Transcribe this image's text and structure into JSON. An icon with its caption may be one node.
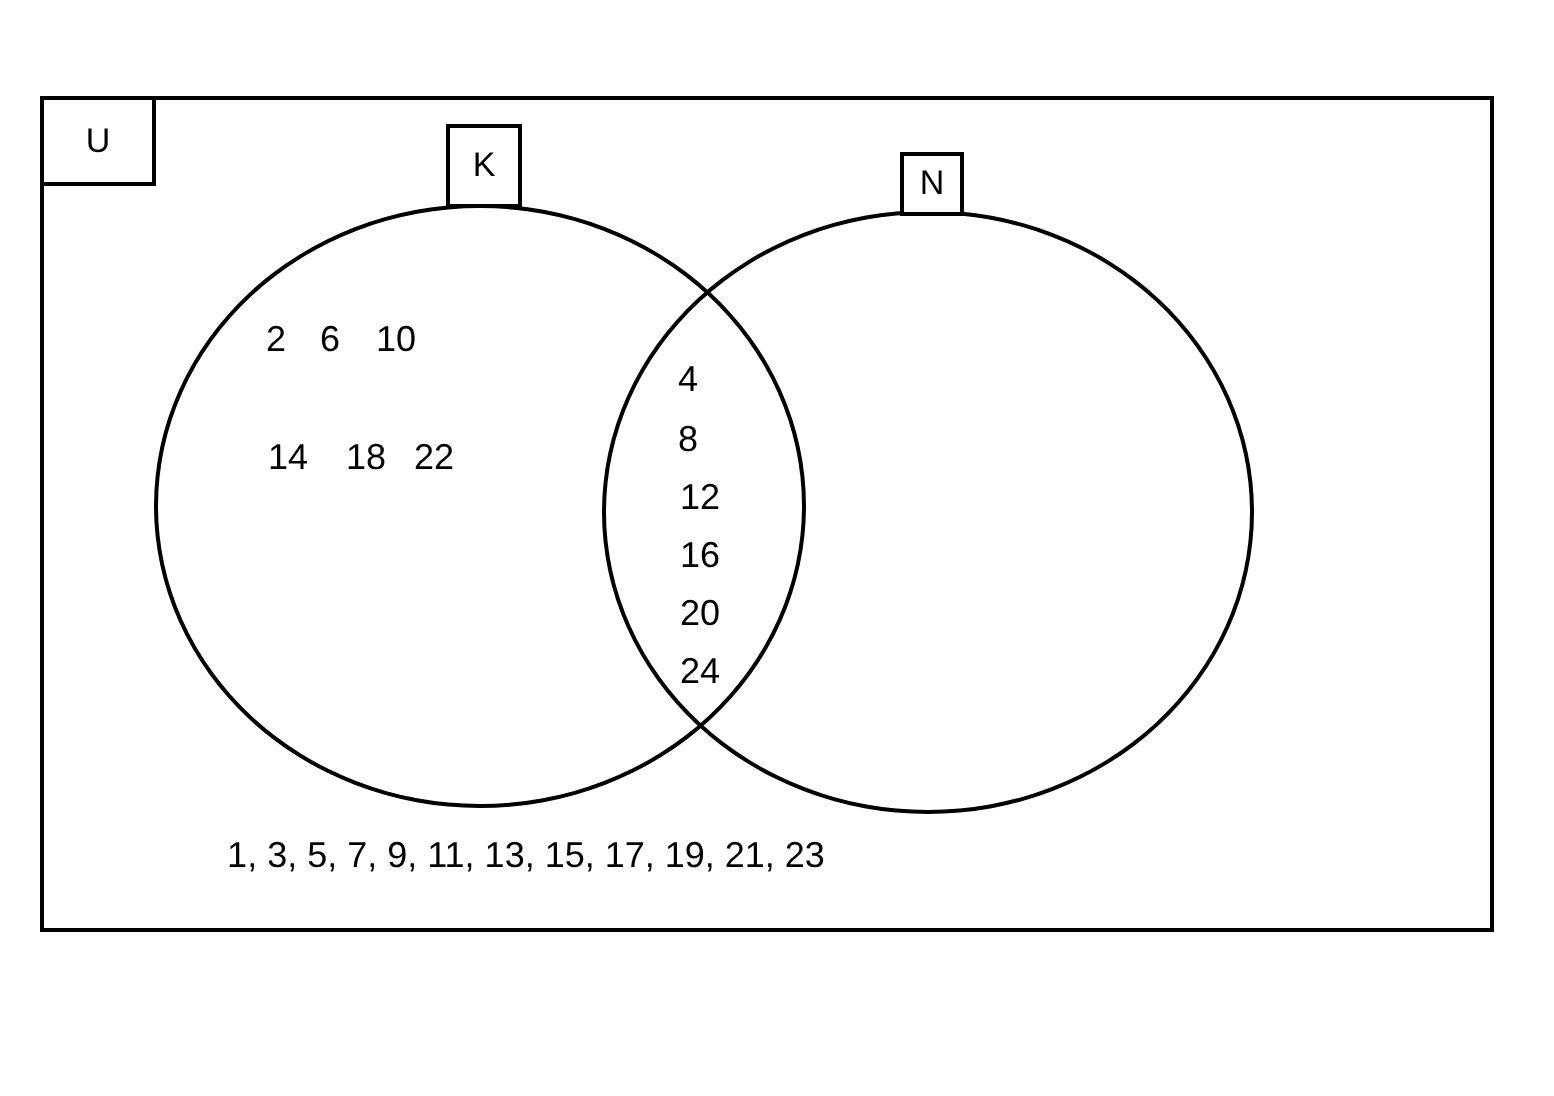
{
  "diagram": {
    "nodes": [
      {
        "text": [
          "U"
        ]
      },
      {
        "text": [
          "K"
        ],
        "in": 0
      },
      {
        "text": [
          "N"
        ],
        "in": 0
      }
    ],
    "labels": [
      "2",
      "6",
      "10",
      "14",
      "18",
      "22",
      "4",
      "8",
      "12",
      "16",
      "20",
      "24",
      "1, 3, 5, 7, 9, 11, 13, 15, 17, 19, 21, 23"
    ]
  }
}
